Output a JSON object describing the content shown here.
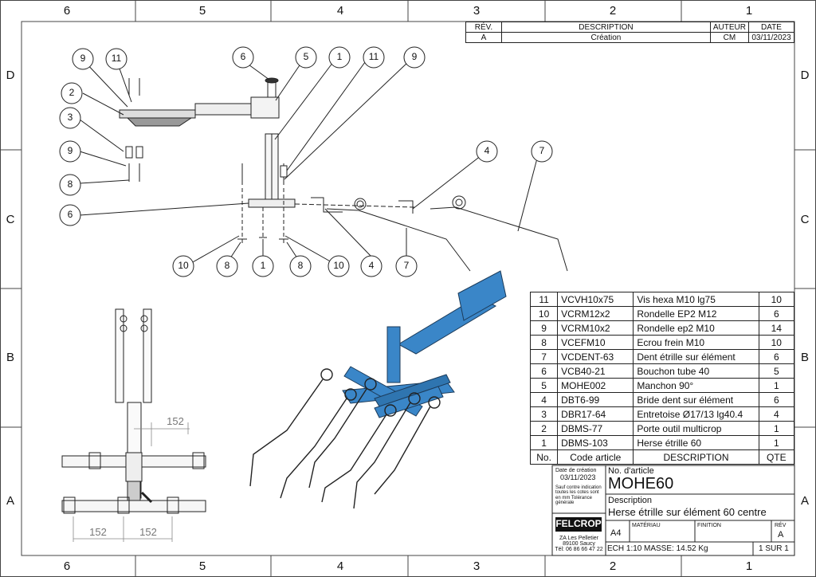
{
  "zones": {
    "columns": [
      "6",
      "5",
      "4",
      "3",
      "2",
      "1"
    ],
    "rows": [
      "D",
      "C",
      "B",
      "A"
    ]
  },
  "revision": {
    "headers": [
      "RÉV.",
      "DESCRIPTION",
      "AUTEUR",
      "DATE"
    ],
    "rows": [
      [
        "A",
        "Création",
        "CM",
        "03/11/2023"
      ]
    ]
  },
  "balloons": {
    "top": [
      "9",
      "11",
      "2",
      "3",
      "9",
      "8",
      "6",
      "6",
      "5",
      "1",
      "11",
      "9",
      "4",
      "7"
    ],
    "bottom": [
      "10",
      "8",
      "1",
      "8",
      "10",
      "4",
      "7"
    ]
  },
  "dimensions": {
    "d1": "152",
    "d2": "152",
    "d3": "152"
  },
  "bom": {
    "headers": [
      "No.",
      "Code article",
      "DESCRIPTION",
      "QTE"
    ],
    "rows": [
      [
        "11",
        "VCVH10x75",
        "Vis hexa M10 lg75",
        "10"
      ],
      [
        "10",
        "VCRM12x2",
        "Rondelle EP2 M12",
        "6"
      ],
      [
        "9",
        "VCRM10x2",
        "Rondelle ep2 M10",
        "14"
      ],
      [
        "8",
        "VCEFM10",
        "Ecrou frein M10",
        "10"
      ],
      [
        "7",
        "VCDENT-63",
        "Dent étrille sur élément",
        "6"
      ],
      [
        "6",
        "VCB40-21",
        "Bouchon tube 40",
        "5"
      ],
      [
        "5",
        "MOHE002",
        "Manchon 90°",
        "1"
      ],
      [
        "4",
        "DBT6-99",
        "Bride dent sur élément",
        "6"
      ],
      [
        "3",
        "DBR17-64",
        "Entretoise Ø17/13 lg40.4",
        "4"
      ],
      [
        "2",
        "DBMS-77",
        "Porte outil multicrop",
        "1"
      ],
      [
        "1",
        "DBMS-103",
        "Herse étrille 60",
        "1"
      ]
    ]
  },
  "title_block": {
    "creation_label": "Date de création",
    "creation_date": "03/11/2023",
    "note": "Sauf contre indication toutes les cotes sont en mm Tolérance générale",
    "article_label": "No. d'article",
    "article": "MOHE60",
    "description_label": "Description",
    "description": "Herse étrille sur élément 60 centre",
    "logo": "FELCROP",
    "address1": "ZA Les Pelletier",
    "address2": "89100 Saucy",
    "tel": "Tél: 06 86 66 47 22",
    "format": "A4",
    "material_label": "MATÉRIAU",
    "finish_label": "FINITION",
    "rev_label": "RÉV",
    "rev": "A",
    "scale": "ECH 1:10",
    "mass": "MASSE: 14.52 Kg",
    "sheet": "1 SUR 1"
  },
  "colors": {
    "accent": "#3a86c8",
    "line": "#222222"
  }
}
